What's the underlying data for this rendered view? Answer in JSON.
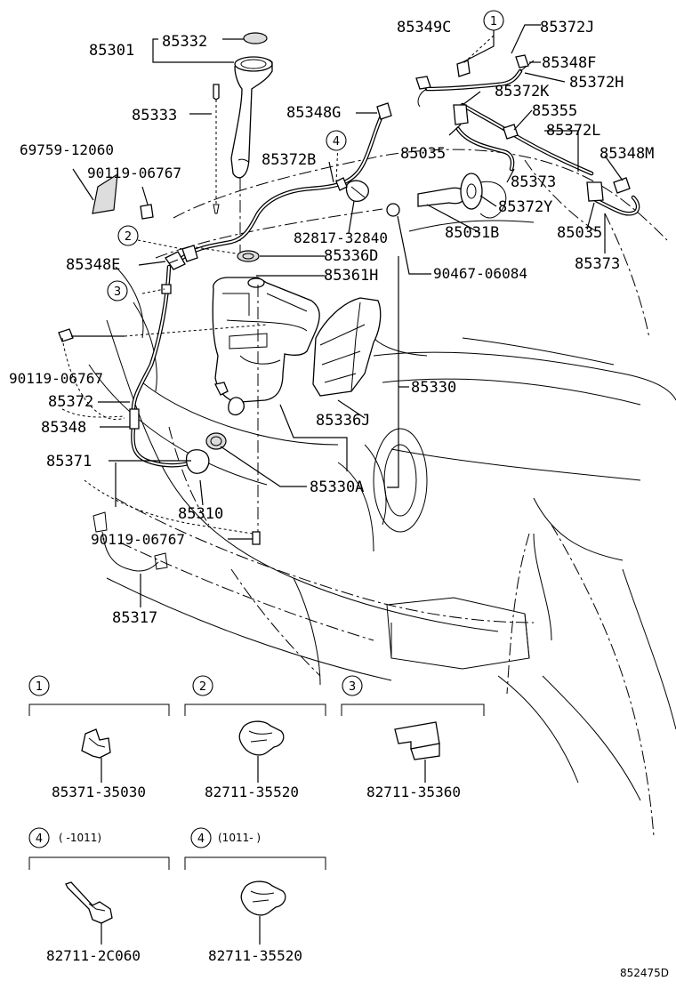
{
  "labels": {
    "l85301": "85301",
    "l85332": "85332",
    "l85333": "85333",
    "l69759": "69759-12060",
    "l90119a": "90119-06767",
    "l85348G": "85348G",
    "l85372B": "85372B",
    "l85349C": "85349C",
    "l85372J": "85372J",
    "l85348F": "85348F",
    "l85372H": "85372H",
    "l85372K": "85372K",
    "l85355": "85355",
    "l85035a": "85035",
    "l85372L": "85372L",
    "l85348M": "85348M",
    "l85373a": "85373",
    "l85031B": "85031B",
    "l85035b": "85035",
    "l85373b": "85373",
    "l85372Y": "85372Y",
    "l82817": "82817-32840",
    "l90467": "90467-06084",
    "l85348E": "85348E",
    "l85336D": "85336D",
    "l85361H": "85361H",
    "l90119b": "90119-06767",
    "l85330": "85330",
    "l85372": "85372",
    "l85348": "85348",
    "l85336J": "85336J",
    "l85371": "85371",
    "l85330A": "85330A",
    "l85310": "85310",
    "l90119c": "90119-06767",
    "l85317": "85317"
  },
  "callouts": {
    "c1": "1",
    "c2": "2",
    "c3": "3",
    "c4": "4"
  },
  "details": {
    "d1": {
      "num": "1",
      "part": "85371-35030"
    },
    "d2": {
      "num": "2",
      "part": "82711-35520"
    },
    "d3": {
      "num": "3",
      "part": "82711-35360"
    },
    "d4a": {
      "num": "4",
      "range": "(     -1011)",
      "part": "82711-2C060"
    },
    "d4b": {
      "num": "4",
      "range": "(1011-      )",
      "part": "82711-35520"
    }
  },
  "figure_code": "852475D"
}
